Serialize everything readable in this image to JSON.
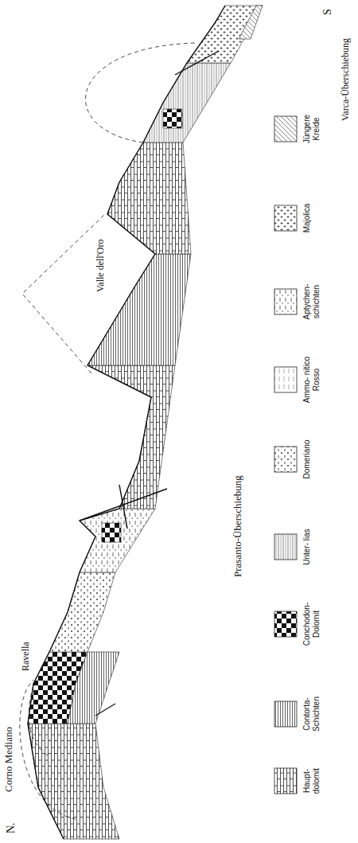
{
  "diagram": {
    "labels": [
      "N.",
      "Corno Mediano",
      "Ravella",
      "Valle dell'Oro",
      "Prasanto-Überschiebung",
      "Varca-Überschiebung",
      "S"
    ],
    "legend": [
      {
        "text": "Haupt- dolomit"
      },
      {
        "text": "Contorta- Schichten"
      },
      {
        "text": "Conchodon- Dolomit"
      },
      {
        "text": "Unter- lias"
      },
      {
        "text": "Domeriano"
      },
      {
        "text": "Ammo- nitico Rosso"
      },
      {
        "text": "Aptychen- schichten"
      },
      {
        "text": "Majolica"
      },
      {
        "text": "Jüngere Kreide"
      }
    ]
  }
}
